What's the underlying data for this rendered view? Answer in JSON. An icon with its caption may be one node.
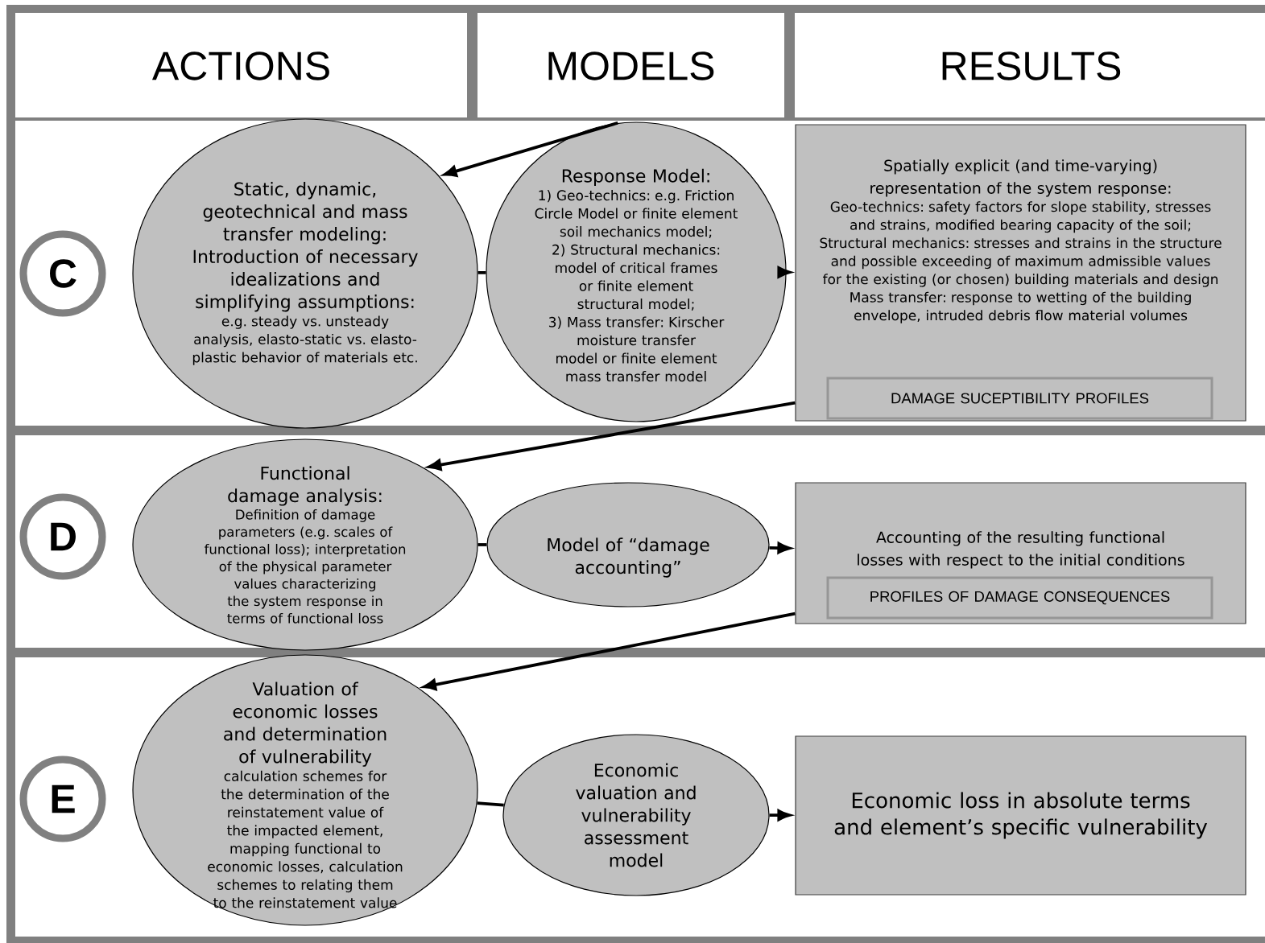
{
  "diagram": {
    "nodes": [
      {
        "text": [
          "ACTIONS"
        ]
      },
      {
        "text": [
          "MODELS"
        ]
      },
      {
        "text": [
          "RESULTS"
        ]
      },
      {
        "text": [
          "C"
        ]
      },
      {
        "text": [
          "Static, dynamic, geotechnical and mass transfer modeling: Introduction of necessary idealizations and simplifying assumptions:",
          "e.g. steady vs. unsteady analysis, elasto-static vs. elasto-plastic behavior of materials etc."
        ]
      },
      {
        "text": [
          "Response Model:",
          "1) Geo-technics: e.g. Friction Circle Model or finite element soil mechanics model;",
          "2) Structural mechanics: model of critical frames or finite element structural model;",
          "3) Mass transfer: Kirscher moisture transfer model or finite element mass transfer model"
        ]
      },
      {
        "text": [
          "Spatially explicit (and time-varying) representation of the system response:",
          "Geo-technics: safety factors for slope stability, stresses and strains, modified bearing capacity of the soil;",
          "Structural mechanics: stresses and strains in the structure and possible exceeding of maximum admissible values for the existing (or chosen) building materials and design",
          "Mass transfer: response to wetting of the building envelope, intruded debris flow material volumes"
        ]
      },
      {
        "text": [
          "DAMAGE SUCEPTIBILITY PROFILES"
        ],
        "in": 6
      },
      {
        "text": [
          "D"
        ]
      },
      {
        "text": [
          "Functional damage analysis:",
          "Definition of damage parameters (e.g. scales of functional loss); interpretation of the physical parameter values characterizing the system response in terms of functional loss"
        ]
      },
      {
        "text": [
          "Model of “damage accounting”"
        ]
      },
      {
        "text": [
          "Accounting of the resulting functional losses with respect to the initial conditions"
        ]
      },
      {
        "text": [
          "PROFILES OF DAMAGE CONSEQUENCES"
        ],
        "in": 11
      },
      {
        "text": [
          "E"
        ]
      },
      {
        "text": [
          "Valuation of economic losses and determination of vulnerability",
          "calculation schemes for the determination of the reinstatement value of the impacted element, mapping functional to economic losses, calculation schemes to relating them to the reinstatement value"
        ]
      },
      {
        "text": [
          "Economic valuation and vulnerability assessment model"
        ]
      },
      {
        "text": [
          "Economic loss in absolute terms and element’s specific vulnerability"
        ]
      }
    ],
    "edges": [
      {
        "from": 5,
        "to": 4,
        "arrow": "to"
      },
      {
        "from": 4,
        "to": 5,
        "arrow": "none"
      },
      {
        "from": 5,
        "to": 6,
        "arrow": "to"
      },
      {
        "from": 6,
        "to": 9,
        "arrow": "to"
      },
      {
        "from": 9,
        "to": 10,
        "arrow": "none"
      },
      {
        "from": 10,
        "to": 11,
        "arrow": "to"
      },
      {
        "from": 11,
        "to": 14,
        "arrow": "to"
      },
      {
        "from": 14,
        "to": 15,
        "arrow": "none"
      },
      {
        "from": 15,
        "to": 16,
        "arrow": "to"
      }
    ]
  }
}
